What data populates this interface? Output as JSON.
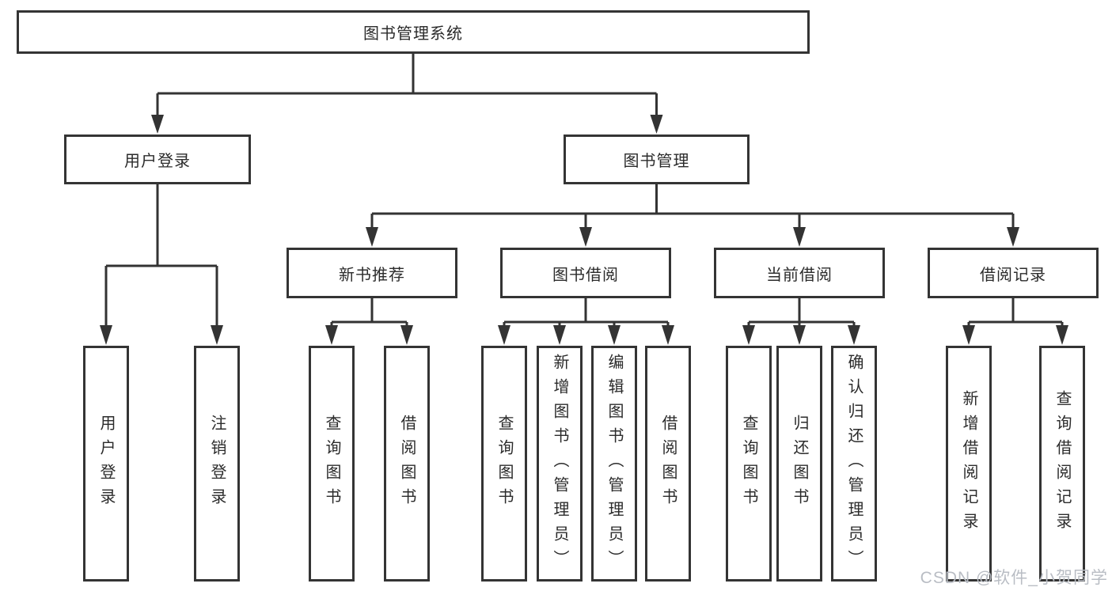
{
  "tree": {
    "label": "图书管理系统",
    "children": [
      {
        "label": "用户登录",
        "children": [
          {
            "label": "用户登录"
          },
          {
            "label": "注销登录"
          }
        ]
      },
      {
        "label": "图书管理",
        "children": [
          {
            "label": "新书推荐",
            "children": [
              {
                "label": "查询图书"
              },
              {
                "label": "借阅图书"
              }
            ]
          },
          {
            "label": "图书借阅",
            "children": [
              {
                "label": "查询图书"
              },
              {
                "label": "新增图书（管理员）"
              },
              {
                "label": "编辑图书（管理员）"
              },
              {
                "label": "借阅图书"
              }
            ]
          },
          {
            "label": "当前借阅",
            "children": [
              {
                "label": "查询图书"
              },
              {
                "label": "归还图书"
              },
              {
                "label": "确认归还（管理员）"
              }
            ]
          },
          {
            "label": "借阅记录",
            "children": [
              {
                "label": "新增借阅记录"
              },
              {
                "label": "查询借阅记录"
              }
            ]
          }
        ]
      }
    ]
  },
  "watermark": "CSDN @软件_小贺同学",
  "colors": {
    "line_color": "#333333",
    "box_border": "#343434",
    "box_bg": "#ffffff",
    "text_color": "#2b2b2b",
    "watermark_color": "#b9bdc4",
    "page_bg": "#ffffff"
  }
}
